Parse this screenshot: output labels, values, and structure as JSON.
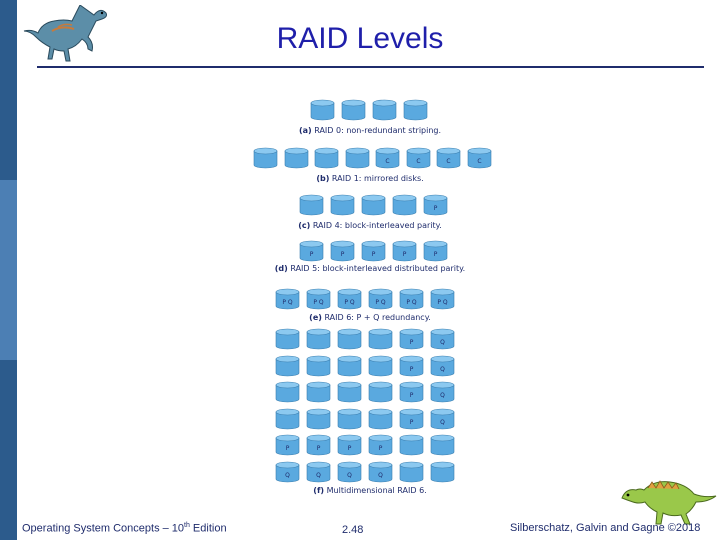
{
  "slide": {
    "title": "RAID Levels",
    "footer_left_prefix": "Operating System Concepts – 10",
    "footer_left_sup": "th",
    "footer_left_suffix": " Edition",
    "footer_center": "2.48",
    "footer_right": "Silberschatz, Galvin and Gagne ©2018"
  },
  "colors": {
    "stripe_dark": "#2c5b8c",
    "stripe_light": "#4c7fb4",
    "title": "#1f1faa",
    "disk_body": "#5aa9df",
    "disk_top": "#8cc9f0",
    "disk_label": "#1f2c6c"
  },
  "figure": {
    "captions": {
      "a": {
        "id": "(a)",
        "text": " RAID 0: non-redundant striping."
      },
      "b": {
        "id": "(b)",
        "text": " RAID 1: mirrored disks."
      },
      "c": {
        "id": "(c)",
        "text": " RAID 4: block-interleaved parity."
      },
      "d": {
        "id": "(d)",
        "text": " RAID 5: block-interleaved distributed parity."
      },
      "e": {
        "id": "(e)",
        "text": " RAID 6: P + Q redundancy."
      },
      "f": {
        "id": "(f)",
        "text": " Multidimensional RAID 6."
      }
    },
    "raid0": {
      "disks": [
        "",
        "",
        "",
        ""
      ]
    },
    "raid1": {
      "disks": [
        "",
        "",
        "",
        "",
        "C",
        "C",
        "C",
        "C"
      ]
    },
    "raid4": {
      "disks": [
        "",
        "",
        "",
        "",
        "P"
      ]
    },
    "raid5": {
      "disks": [
        "P",
        "P",
        "P",
        "P",
        "P"
      ]
    },
    "raid6": {
      "disks": [
        "P Q",
        "P Q",
        "P Q",
        "P Q",
        "P Q",
        "P Q"
      ]
    },
    "raid6_multi": {
      "rows": [
        [
          "",
          "",
          "",
          "",
          "P",
          "Q"
        ],
        [
          "",
          "",
          "",
          "",
          "P",
          "Q"
        ],
        [
          "",
          "",
          "",
          "",
          "P",
          "Q"
        ],
        [
          "",
          "",
          "",
          "",
          "P",
          "Q"
        ],
        [
          "P",
          "P",
          "P",
          "P",
          "",
          ""
        ],
        [
          "Q",
          "Q",
          "Q",
          "Q",
          "",
          ""
        ]
      ]
    }
  }
}
